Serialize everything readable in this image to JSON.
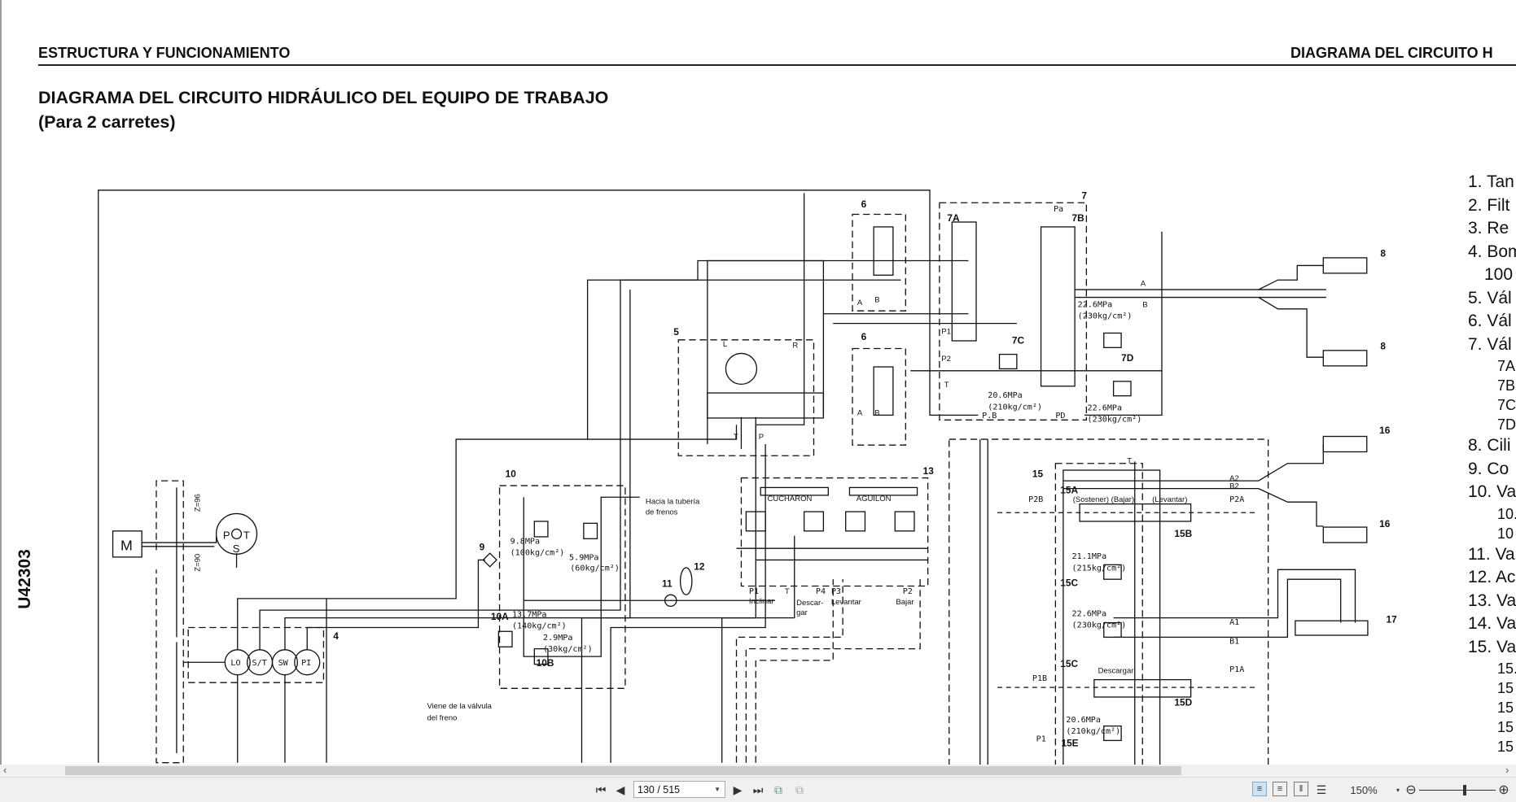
{
  "header": {
    "left": "ESTRUCTURA Y FUNCIONAMIENTO",
    "right": "DIAGRAMA DEL CIRCUITO H"
  },
  "title": "DIAGRAMA DEL CIRCUITO HIDRÁULICO DEL EQUIPO DE TRABAJO",
  "subtitle": "(Para 2 carretes)",
  "figure_code": "U42303",
  "legend": [
    {
      "t": "1. Tan",
      "c": ""
    },
    {
      "t": "2. Filt",
      "c": ""
    },
    {
      "t": "3. Re",
      "c": ""
    },
    {
      "t": "4. Bom",
      "c": ""
    },
    {
      "t": "100",
      "c": "sub2"
    },
    {
      "t": "5. Vál",
      "c": ""
    },
    {
      "t": "6. Vál",
      "c": ""
    },
    {
      "t": "7. Vál",
      "c": ""
    },
    {
      "t": "7A",
      "c": "sub"
    },
    {
      "t": "7B",
      "c": "sub"
    },
    {
      "t": "7C",
      "c": "sub"
    },
    {
      "t": "7D",
      "c": "sub"
    },
    {
      "t": "8. Cili",
      "c": ""
    },
    {
      "t": "9. Co",
      "c": ""
    },
    {
      "t": "10. Va",
      "c": ""
    },
    {
      "t": "10.",
      "c": "sub"
    },
    {
      "t": "10",
      "c": "sub"
    },
    {
      "t": "11. Va",
      "c": ""
    },
    {
      "t": "12. Ac",
      "c": ""
    },
    {
      "t": "13. Va",
      "c": ""
    },
    {
      "t": "14. Va",
      "c": ""
    },
    {
      "t": "15. Va",
      "c": ""
    },
    {
      "t": "15.",
      "c": "sub"
    },
    {
      "t": "15",
      "c": "sub"
    },
    {
      "t": "15",
      "c": "sub"
    },
    {
      "t": "15",
      "c": "sub"
    },
    {
      "t": "15",
      "c": "sub"
    }
  ],
  "diagram": {
    "motor": "M",
    "pump_p": "P",
    "pump_t": "T",
    "pump_s": "S",
    "z96": "Z=96",
    "z90": "Z=90",
    "pumps": [
      "LO",
      "S/T",
      "SW",
      "PI"
    ],
    "labels": {
      "n4": "4",
      "n5": "5",
      "n6a": "6",
      "n6b": "6",
      "n7": "7",
      "n7a": "7A",
      "n7b": "7B",
      "n7c": "7C",
      "n7d": "7D",
      "n8a": "8",
      "n8b": "8",
      "n9": "9",
      "n10": "10",
      "n10a": "10A",
      "n10b": "10B",
      "n11": "11",
      "n12": "12",
      "n13": "13",
      "n15": "15",
      "n15a": "15A",
      "n15b": "15B",
      "n15c1": "15C",
      "n15c2": "15C",
      "n15d": "15D",
      "n15e": "15E",
      "n16a": "16",
      "n16b": "16",
      "n17": "17",
      "p98": "9.8MPa",
      "p98k": "(100kg/cm²)",
      "p59": "5.9MPa",
      "p59k": "(60kg/cm²)",
      "p137": "13.7MPa",
      "p137k": "(140kg/cm²)",
      "p29": "2.9MPa",
      "p29k": "(30kg/cm²)",
      "brake_to1": "Hacia la tubería",
      "brake_to2": "de frenos",
      "brake_from1": "Viene de la válvula",
      "brake_from2": "del freno",
      "cucharon": "CUCHARON",
      "aguilon": "AGUILON",
      "v13_p1": "P1",
      "inclinar": "Inclinar",
      "v13_t": "T",
      "v13_p4": "P4",
      "descar1": "Descar-",
      "descar2": "gar",
      "v13_p3": "P3",
      "levantar": "Levantar",
      "v13_p2": "P2",
      "bajar": "Bajar",
      "v5_l": "L",
      "v5_r": "R",
      "v5_t": "T",
      "v5_p": "P",
      "v6a_a": "A",
      "v6a_b": "B",
      "v6b_a": "A",
      "v6b_b": "B",
      "pa": "Pa",
      "v7_p1": "P1",
      "v7_p2": "P2",
      "v7_t": "T",
      "p206": "20.6MPa",
      "p206k": "(210kg/cm²)",
      "pb": "P.B",
      "pd": "PD",
      "v7_a": "A",
      "v7_b": "B",
      "p226a": "22.6MPa",
      "p226ak": "(230kg/cm²)",
      "p226b": "22.6MPa",
      "p226bk": "(230kg/cm²)",
      "v15_t": "T",
      "a2": "A2",
      "b2": "B2",
      "p2b": "P2B",
      "p2a": "P2A",
      "sostener": "(Sostener) (Bajar)",
      "lev15": "(Levantar)",
      "p211": "21.1MPa",
      "p211k": "(215kg/cm²)",
      "p226c": "22.6MPa",
      "p226ck": "(230kg/cm²)",
      "a1": "A1",
      "b1": "B1",
      "descargar": "Descargar",
      "p1b": "P1B",
      "p1a": "P1A",
      "p206b": "20.6MPa",
      "p206bk": "(210kg/cm²)",
      "v15_p1": "P1"
    }
  },
  "toolbar": {
    "page_value": "130 / 515",
    "zoom": "150%"
  }
}
